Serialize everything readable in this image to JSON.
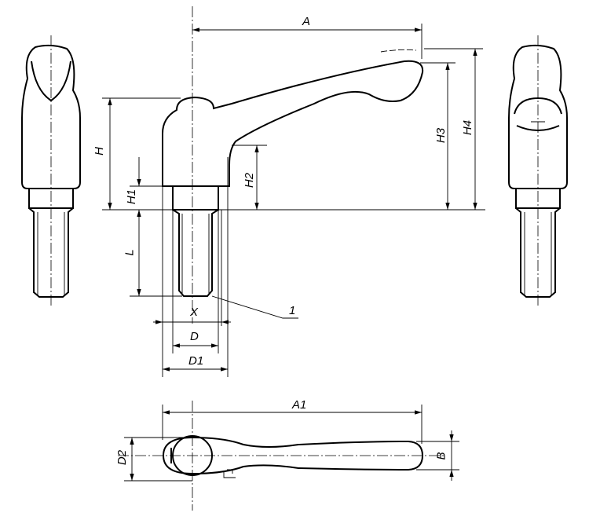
{
  "labels": {
    "A": "A",
    "H3": "H3",
    "H4": "H4",
    "H": "H",
    "H1": "H1",
    "H2": "H2",
    "L": "L",
    "X": "X",
    "D": "D",
    "D1": "D1",
    "item1": "1",
    "A1": "A1",
    "D2": "D2",
    "B": "B"
  }
}
